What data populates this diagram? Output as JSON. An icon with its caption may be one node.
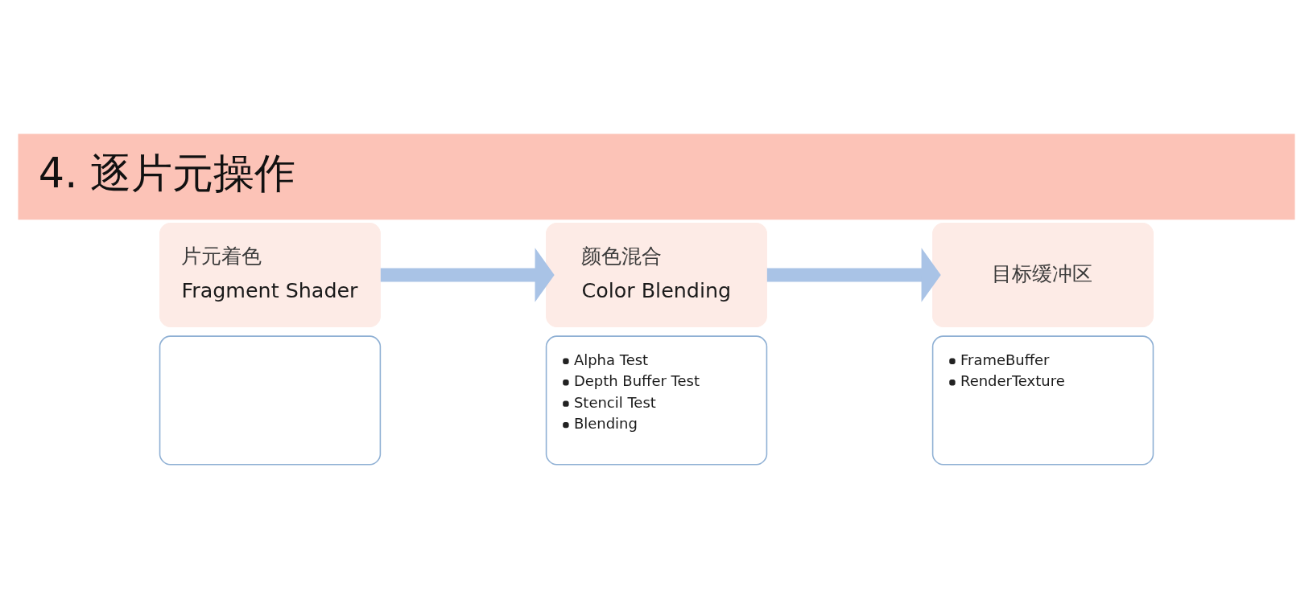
{
  "diagram": {
    "title": "4. 逐片元操作",
    "nodes": [
      {
        "text": [
          "片元着色",
          "Fragment Shader"
        ]
      },
      {
        "text": [],
        "shape": "box"
      },
      {
        "text": [
          "颜色混合",
          "Color Blending"
        ]
      },
      {
        "text": [
          "Alpha Test",
          "Depth Buffer Test",
          "Stencil Test",
          "Blending"
        ]
      },
      {
        "text": [
          "目标缓冲区"
        ]
      },
      {
        "text": [
          "FrameBuffer",
          "RenderTexture"
        ]
      }
    ],
    "edges": [
      {
        "from": 0,
        "to": 2,
        "arrow": "to"
      },
      {
        "from": 2,
        "to": 4,
        "arrow": "to"
      }
    ]
  }
}
